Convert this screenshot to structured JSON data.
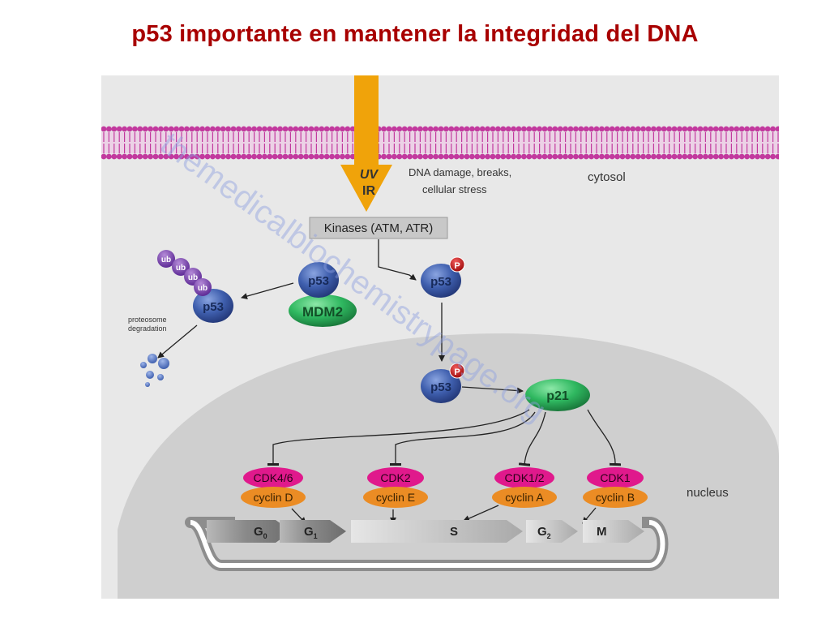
{
  "title": "p53 importante en mantener la integridad del DNA",
  "figure": {
    "stimulus": {
      "line1": "UV",
      "line2": "IR"
    },
    "stress_label": {
      "line1": "DNA damage, breaks,",
      "line2": "cellular stress"
    },
    "cytosol_label": "cytosol",
    "nucleus_label": "nucleus",
    "kinases_label": "Kinases (ATM, ATR)",
    "p53_label": "p53",
    "mdm2_label": "MDM2",
    "phospho_label": "P",
    "ub_label": "ub",
    "proteosome_label": {
      "line1": "proteosome",
      "line2": "degradation"
    },
    "p21_label": "p21",
    "complexes": [
      {
        "cdk": "CDK4/6",
        "cyclin": "cyclin D"
      },
      {
        "cdk": "CDK2",
        "cyclin": "cyclin E"
      },
      {
        "cdk": "CDK1/2",
        "cyclin": "cyclin A"
      },
      {
        "cdk": "CDK1",
        "cyclin": "cyclin B"
      }
    ],
    "phases": {
      "g0": "G",
      "g0_sub": "0",
      "g1": "G",
      "g1_sub": "1",
      "s": "S",
      "g2": "G",
      "g2_sub": "2",
      "m": "M"
    },
    "watermark": "themedicalbiochemistrypage.org",
    "colors": {
      "membrane": "#c2399e",
      "stimulus_arrow": "#f0a30a",
      "p53": "#3f5fae",
      "mdm2": "#2fb860",
      "cdk": "#e0198c",
      "cyclin": "#eb8c24",
      "background": "#e8e8e8",
      "nucleus": "#cfcfcf"
    }
  }
}
